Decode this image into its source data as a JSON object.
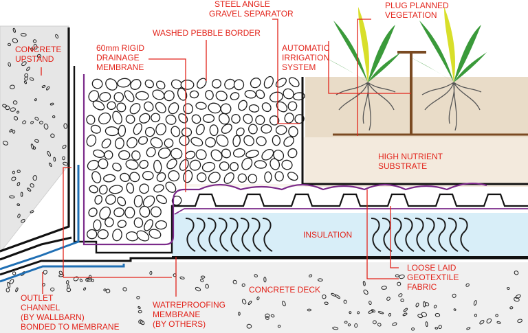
{
  "colors": {
    "label_red": "#e2231a",
    "membrane_purple": "#7b2a8a",
    "outlet_blue": "#1f6fb4",
    "insulation_blue": "#d8eef8",
    "concrete_gray": "#e6e6e6",
    "substrate_tan": "#e9dcc8",
    "root_brown": "#7a4a22",
    "leaf_green": "#3a9a3a",
    "leaf_yellow": "#d8df2a"
  },
  "labels": {
    "concrete_upstand": [
      "CONCRETE",
      "UPSTAND"
    ],
    "rigid_drainage": [
      "60mm RIGID",
      "DRAINAGE",
      "MEMBRANE"
    ],
    "pebble_border": [
      "WASHED PEBBLE BORDER"
    ],
    "gravel_separator": [
      "STEEL ANGLE",
      "GRAVEL SEPARATOR"
    ],
    "irrigation": [
      "AUTOMATIC",
      "IRRIGATION",
      "SYSTEM"
    ],
    "vegetation": [
      "PLUG PLANNED",
      "VEGETATION"
    ],
    "substrate": [
      "HIGH NUTRIENT",
      "SUBSTRATE"
    ],
    "insulation": [
      "INSULATION"
    ],
    "geotextile": [
      "LOOSE LAID",
      "GEOTEXTILE",
      "FABRIC"
    ],
    "concrete_deck": [
      "CONCRETE DECK"
    ],
    "waterproofing": [
      "WATREPROOFING",
      "MEMBRANE",
      "(BY OTHERS)"
    ],
    "outlet_channel": [
      "OUTLET",
      "CHANNEL",
      "(BY WALLBARN)",
      "BONDED TO MEMBRANE"
    ]
  }
}
